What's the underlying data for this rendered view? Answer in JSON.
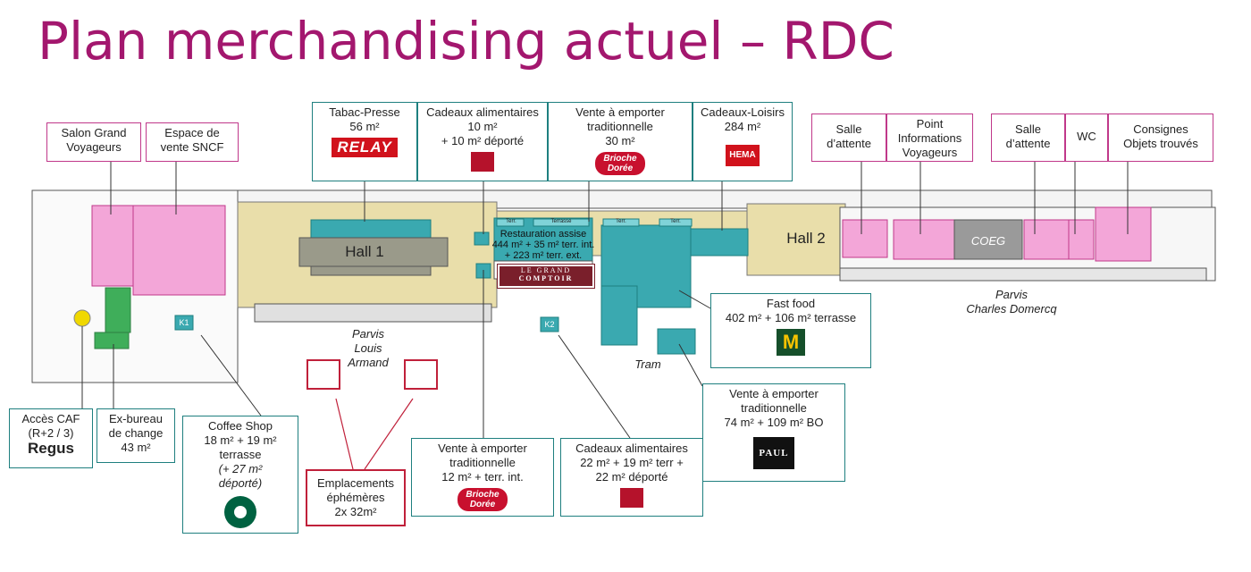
{
  "title": "Plan merchandising actuel – RDC",
  "map": {
    "hall1": "Hall 1",
    "hall2": "Hall 2",
    "coeg": "COEG",
    "k1": "K1",
    "k2": "K2",
    "terr": "Terr.",
    "terrasse": "Terrasse",
    "restauration_lines": [
      "Restauration assise",
      "444 m² + 35 m² terr. int.",
      "+ 223 m² terr. ext."
    ],
    "comptoir_lines": [
      "LE GRAND",
      "COMPTOIR"
    ],
    "parvis_louis": [
      "Parvis",
      "Louis",
      "Armand"
    ],
    "parvis_charles": [
      "Parvis",
      "Charles Domercq"
    ],
    "tram": "Tram"
  },
  "labels": {
    "salon": [
      "Salon Grand",
      "Voyageurs"
    ],
    "vente_sncf": [
      "Espace de",
      "vente SNCF"
    ],
    "tabac": [
      "Tabac-Presse",
      "56 m²"
    ],
    "cadeaux_alim_top": [
      "Cadeaux alimentaires",
      "10 m²",
      "+ 10 m² déporté"
    ],
    "vente_top": [
      "Vente à emporter",
      "traditionnelle",
      "30 m²"
    ],
    "cadeaux_loisirs": [
      "Cadeaux-Loisirs",
      "284 m²"
    ],
    "salle1": [
      "Salle",
      "d’attente"
    ],
    "point_info": [
      "Point",
      "Informations",
      "Voyageurs"
    ],
    "salle2": [
      "Salle",
      "d’attente"
    ],
    "wc": [
      "WC"
    ],
    "consignes": [
      "Consignes",
      "Objets trouvés"
    ],
    "fastfood": [
      "Fast food",
      "402 m² + 106 m² terrasse"
    ],
    "vente_paul": [
      "Vente à emporter",
      "traditionnelle",
      "74 m² + 109 m² BO"
    ],
    "cadeaux_alim_bot": [
      "Cadeaux alimentaires",
      "22 m² + 19 m² terr +",
      "22 m² déporté"
    ],
    "vente_bot": [
      "Vente à emporter",
      "traditionnelle",
      "12 m² + terr. int."
    ],
    "emplacements": [
      "Emplacements",
      "éphémères",
      "2x 32m²"
    ],
    "coffee": [
      "Coffee Shop",
      "18 m² + 19 m²",
      "terrasse"
    ],
    "coffee_italic": [
      "(+ 27 m²",
      "déporté)"
    ],
    "exbureau": [
      "Ex-bureau",
      "de change",
      "43 m²"
    ],
    "caf": [
      "Accès CAF",
      "(R+2 / 3)"
    ]
  },
  "logos": {
    "relay": "RELAY",
    "hema": "HEMA",
    "brioche": [
      "Brioche",
      "Dorée"
    ],
    "mcdonalds": "M",
    "paul": "PAUL",
    "regus": "Regus"
  },
  "colors": {
    "title": "#a3176e",
    "pink_zone": "#f3a6d8",
    "teal_zone": "#3aa9b0",
    "beige_zone": "#e9deaa",
    "green_zone": "#3fae5a",
    "pink_border": "#c0388a",
    "teal_border": "#1e7f7f",
    "red_border": "#c0203a"
  }
}
